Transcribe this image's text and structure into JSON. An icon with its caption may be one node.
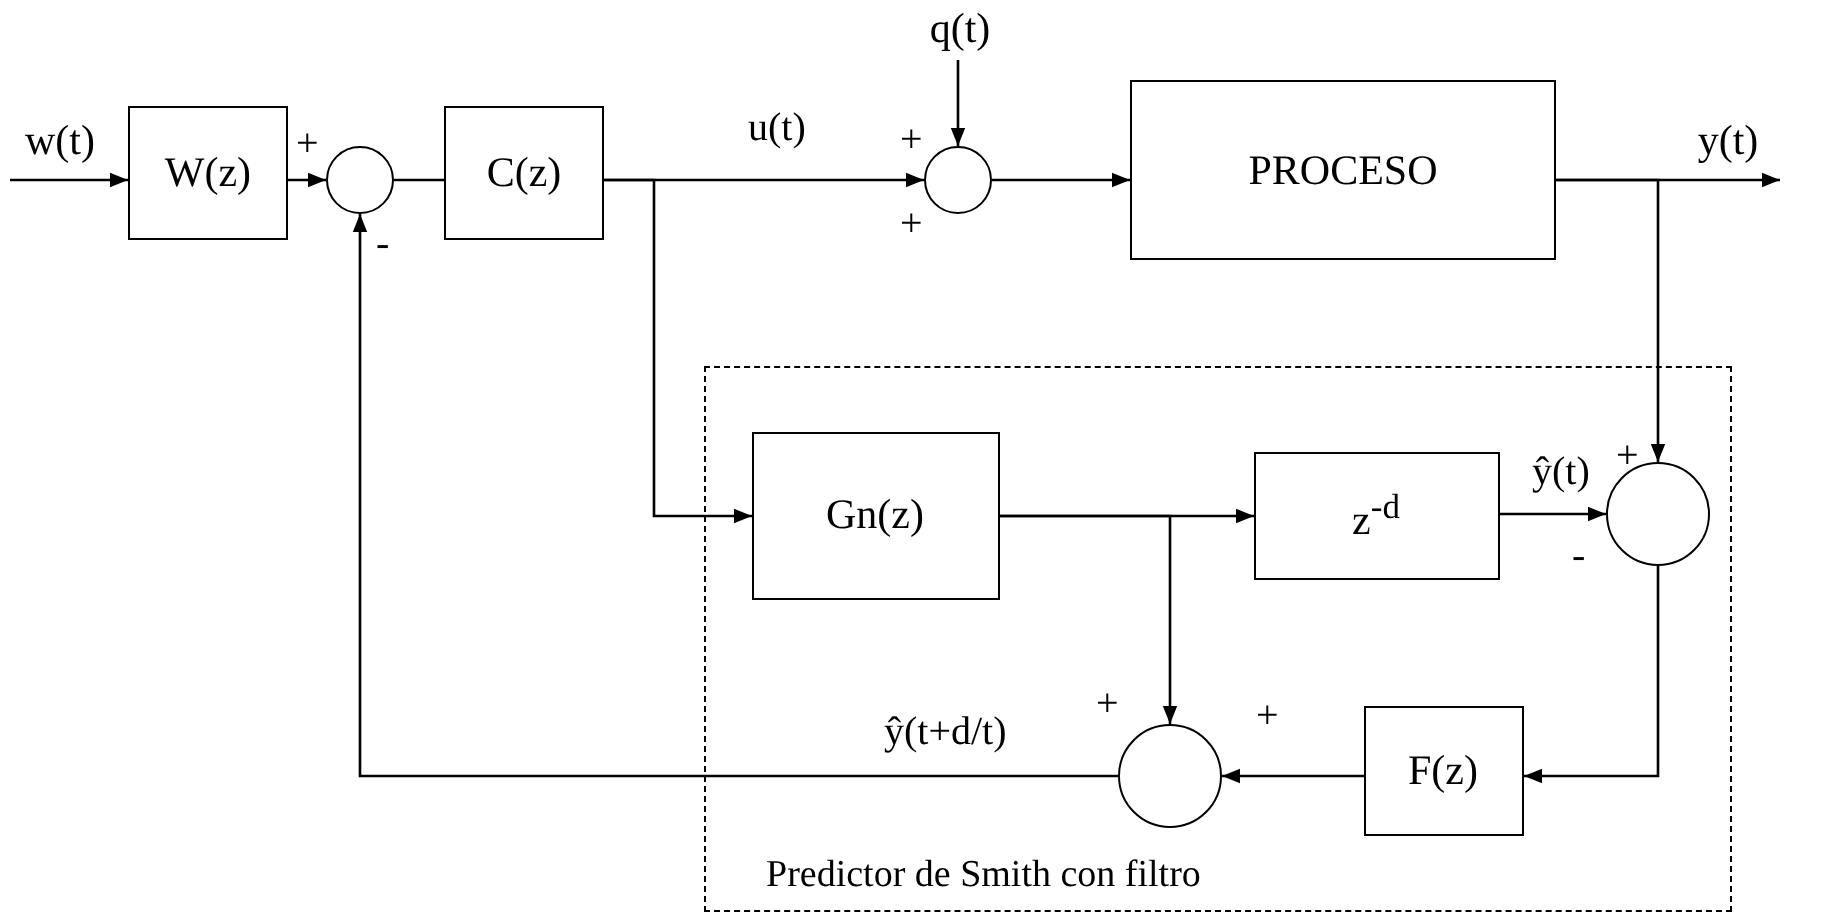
{
  "diagram": {
    "nodes": [
      {
        "text": [
          "w(t)"
        ]
      },
      {
        "text": [
          "W(z)"
        ]
      },
      {
        "text": [],
        "shape": "circle"
      },
      {
        "text": [
          "C(z)"
        ]
      },
      {
        "text": [
          "q(t)"
        ]
      },
      {
        "text": [],
        "shape": "circle"
      },
      {
        "text": [
          "PROCESO"
        ]
      },
      {
        "text": [
          "y(t)"
        ]
      },
      {
        "text": [
          "Predictor de Smith con filtro"
        ]
      },
      {
        "text": [
          "Gn(z)"
        ],
        "in": 8
      },
      {
        "text": [
          "z$^{-d}$"
        ],
        "in": 8
      },
      {
        "text": [],
        "shape": "circle",
        "in": 8
      },
      {
        "text": [
          "F(z)"
        ],
        "in": 8
      },
      {
        "text": [],
        "shape": "circle",
        "in": 8
      }
    ],
    "edges": [
      {
        "from": 0,
        "to": 1,
        "arrow": "to"
      },
      {
        "from": 1,
        "to": 2,
        "arrow": "to"
      },
      {
        "from": 2,
        "to": 3,
        "arrow": "none"
      },
      {
        "from": 3,
        "to": 5,
        "arrow": "to",
        "label": "u(t)"
      },
      {
        "from": 4,
        "to": 5,
        "arrow": "to"
      },
      {
        "from": 5,
        "to": 6,
        "arrow": "to"
      },
      {
        "from": 6,
        "to": 7,
        "arrow": "to"
      },
      {
        "from": 6,
        "to": 11,
        "arrow": "to"
      },
      {
        "from": 3,
        "to": 9,
        "arrow": "to"
      },
      {
        "from": 9,
        "to": 10,
        "arrow": "to"
      },
      {
        "from": 10,
        "to": 11,
        "arrow": "to",
        "label": "ŷ(t)"
      },
      {
        "from": 9,
        "to": 13,
        "arrow": "to"
      },
      {
        "from": 11,
        "to": 12,
        "arrow": "to"
      },
      {
        "from": 12,
        "to": 13,
        "arrow": "to"
      },
      {
        "from": 13,
        "to": 2,
        "arrow": "to",
        "label": "ŷ(t+d/t)"
      }
    ],
    "labels": [
      "+",
      "-",
      "+",
      "+",
      "+",
      "-",
      "+",
      "+"
    ]
  }
}
